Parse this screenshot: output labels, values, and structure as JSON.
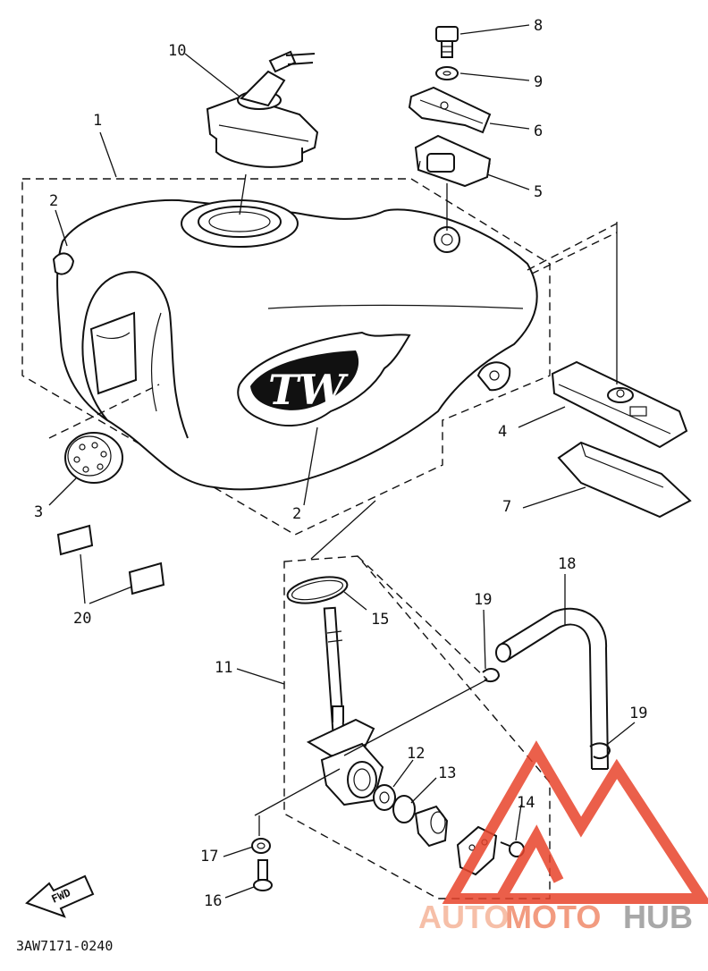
{
  "drawing_code": "3AW7171-0240",
  "fwd_label": "FWD",
  "emblem_text": "TW",
  "callouts": {
    "c1": "1",
    "c2a": "2",
    "c2b": "2",
    "c3": "3",
    "c4": "4",
    "c5": "5",
    "c6": "6",
    "c7": "7",
    "c8": "8",
    "c9": "9",
    "c10": "10",
    "c11": "11",
    "c12": "12",
    "c13": "13",
    "c14": "14",
    "c15": "15",
    "c16": "16",
    "c17": "17",
    "c18": "18",
    "c19a": "19",
    "c19b": "19",
    "c20": "20"
  },
  "watermark": {
    "part1": "AUTO",
    "part2": "MOTO",
    "part3": "HUB",
    "colors": {
      "auto": "#f5b59a",
      "moto": "#f08a6a",
      "hub": "#9a9a9a",
      "logo": "#e8442b"
    }
  }
}
